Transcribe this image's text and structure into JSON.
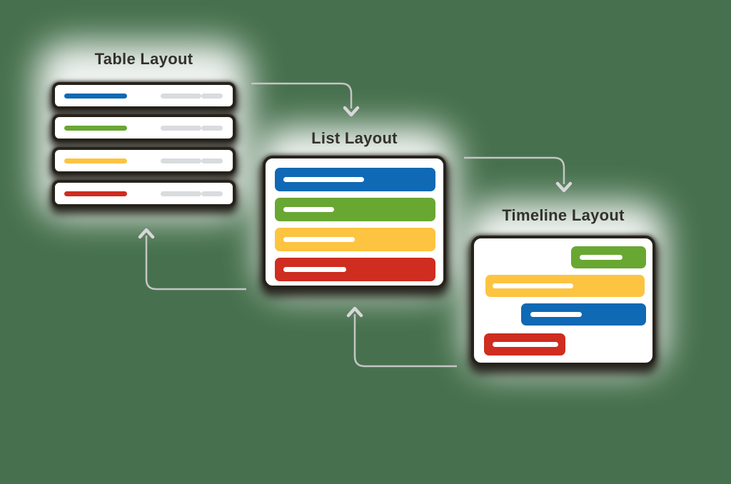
{
  "panels": {
    "table": {
      "title": "Table Layout",
      "rows": [
        {
          "name": "blue-row",
          "color": "#0f69b4"
        },
        {
          "name": "green-row",
          "color": "#69a733"
        },
        {
          "name": "yellow-row",
          "color": "#fdc441"
        },
        {
          "name": "red-row",
          "color": "#ce2d20"
        }
      ]
    },
    "list": {
      "title": "List Layout",
      "items": [
        {
          "name": "blue-item",
          "color": "#0f69b4"
        },
        {
          "name": "green-item",
          "color": "#69a733"
        },
        {
          "name": "yellow-item",
          "color": "#fdc441"
        },
        {
          "name": "red-item",
          "color": "#ce2d20"
        }
      ]
    },
    "timeline": {
      "title": "Timeline Layout",
      "bars": [
        {
          "name": "green-bar",
          "color": "#69a733"
        },
        {
          "name": "yellow-bar",
          "color": "#fdc441"
        },
        {
          "name": "blue-bar",
          "color": "#0f69b4"
        },
        {
          "name": "red-bar",
          "color": "#ce2d20"
        }
      ]
    }
  },
  "arrows": [
    {
      "from": "table",
      "to": "list"
    },
    {
      "from": "list",
      "to": "timeline"
    },
    {
      "from": "list",
      "to": "table"
    },
    {
      "from": "timeline",
      "to": "list"
    }
  ],
  "colors": {
    "background": "#47714e",
    "panel_border": "#26231c",
    "placeholder_gray": "#d9dbde",
    "arrow_line": "#c5c5c5",
    "arrow_head": "#d8d8d8",
    "title_text": "#33312d"
  }
}
